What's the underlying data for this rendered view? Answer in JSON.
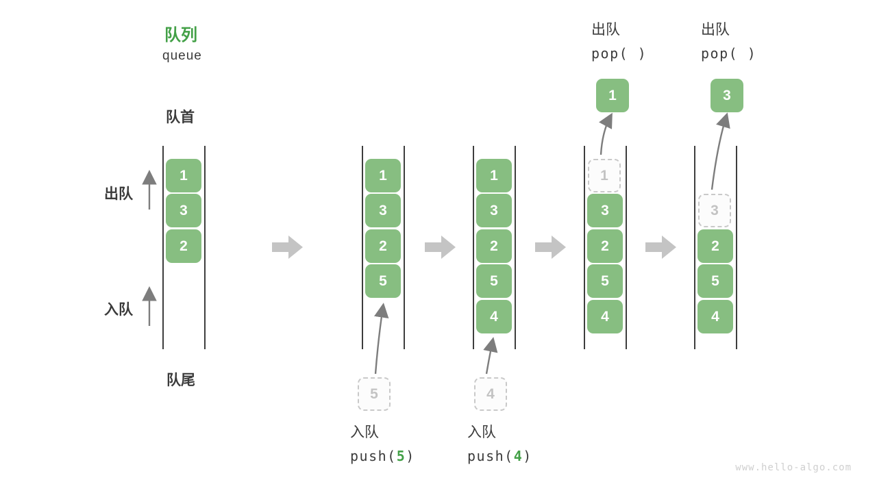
{
  "title": {
    "zh": "队列",
    "en": "queue"
  },
  "labels": {
    "front": "队首",
    "rear": "队尾",
    "dequeue_side": "出队",
    "enqueue_side": "入队"
  },
  "columns": {
    "c1": {
      "cells": [
        "1",
        "3",
        "2"
      ]
    },
    "c2": {
      "cells": [
        "1",
        "3",
        "2",
        "5"
      ],
      "pending": "5"
    },
    "c3": {
      "cells": [
        "1",
        "3",
        "2",
        "5",
        "4"
      ],
      "pending": "4"
    },
    "c4": {
      "ghost": "1",
      "cells": [
        "3",
        "2",
        "5",
        "4"
      ],
      "popped": "1"
    },
    "c5": {
      "ghost": "3",
      "cells": [
        "2",
        "5",
        "4"
      ],
      "popped": "3"
    }
  },
  "operations": {
    "pop1": {
      "zh": "出队",
      "code": "pop( )"
    },
    "pop2": {
      "zh": "出队",
      "code": "pop( )"
    },
    "push5": {
      "zh": "入队",
      "fn": "push(",
      "arg": "5",
      "close": ")"
    },
    "push4": {
      "zh": "入队",
      "fn": "push(",
      "arg": "4",
      "close": ")"
    }
  },
  "watermark": "www.hello-algo.com",
  "icons": {
    "step_arrow": "right-block-arrow",
    "flow_arrow": "thin-up-arrow"
  },
  "colors": {
    "box_green": "#87BE81",
    "accent_green": "#43A047",
    "step_arrow_gray": "#C4C4C4",
    "thin_arrow_gray": "#7D7D7D",
    "ghost_border": "#C9C9C9",
    "ghost_text": "#C3C3C3",
    "text_dark": "#3B3B3B",
    "watermark_gray": "#CFCFCF"
  }
}
